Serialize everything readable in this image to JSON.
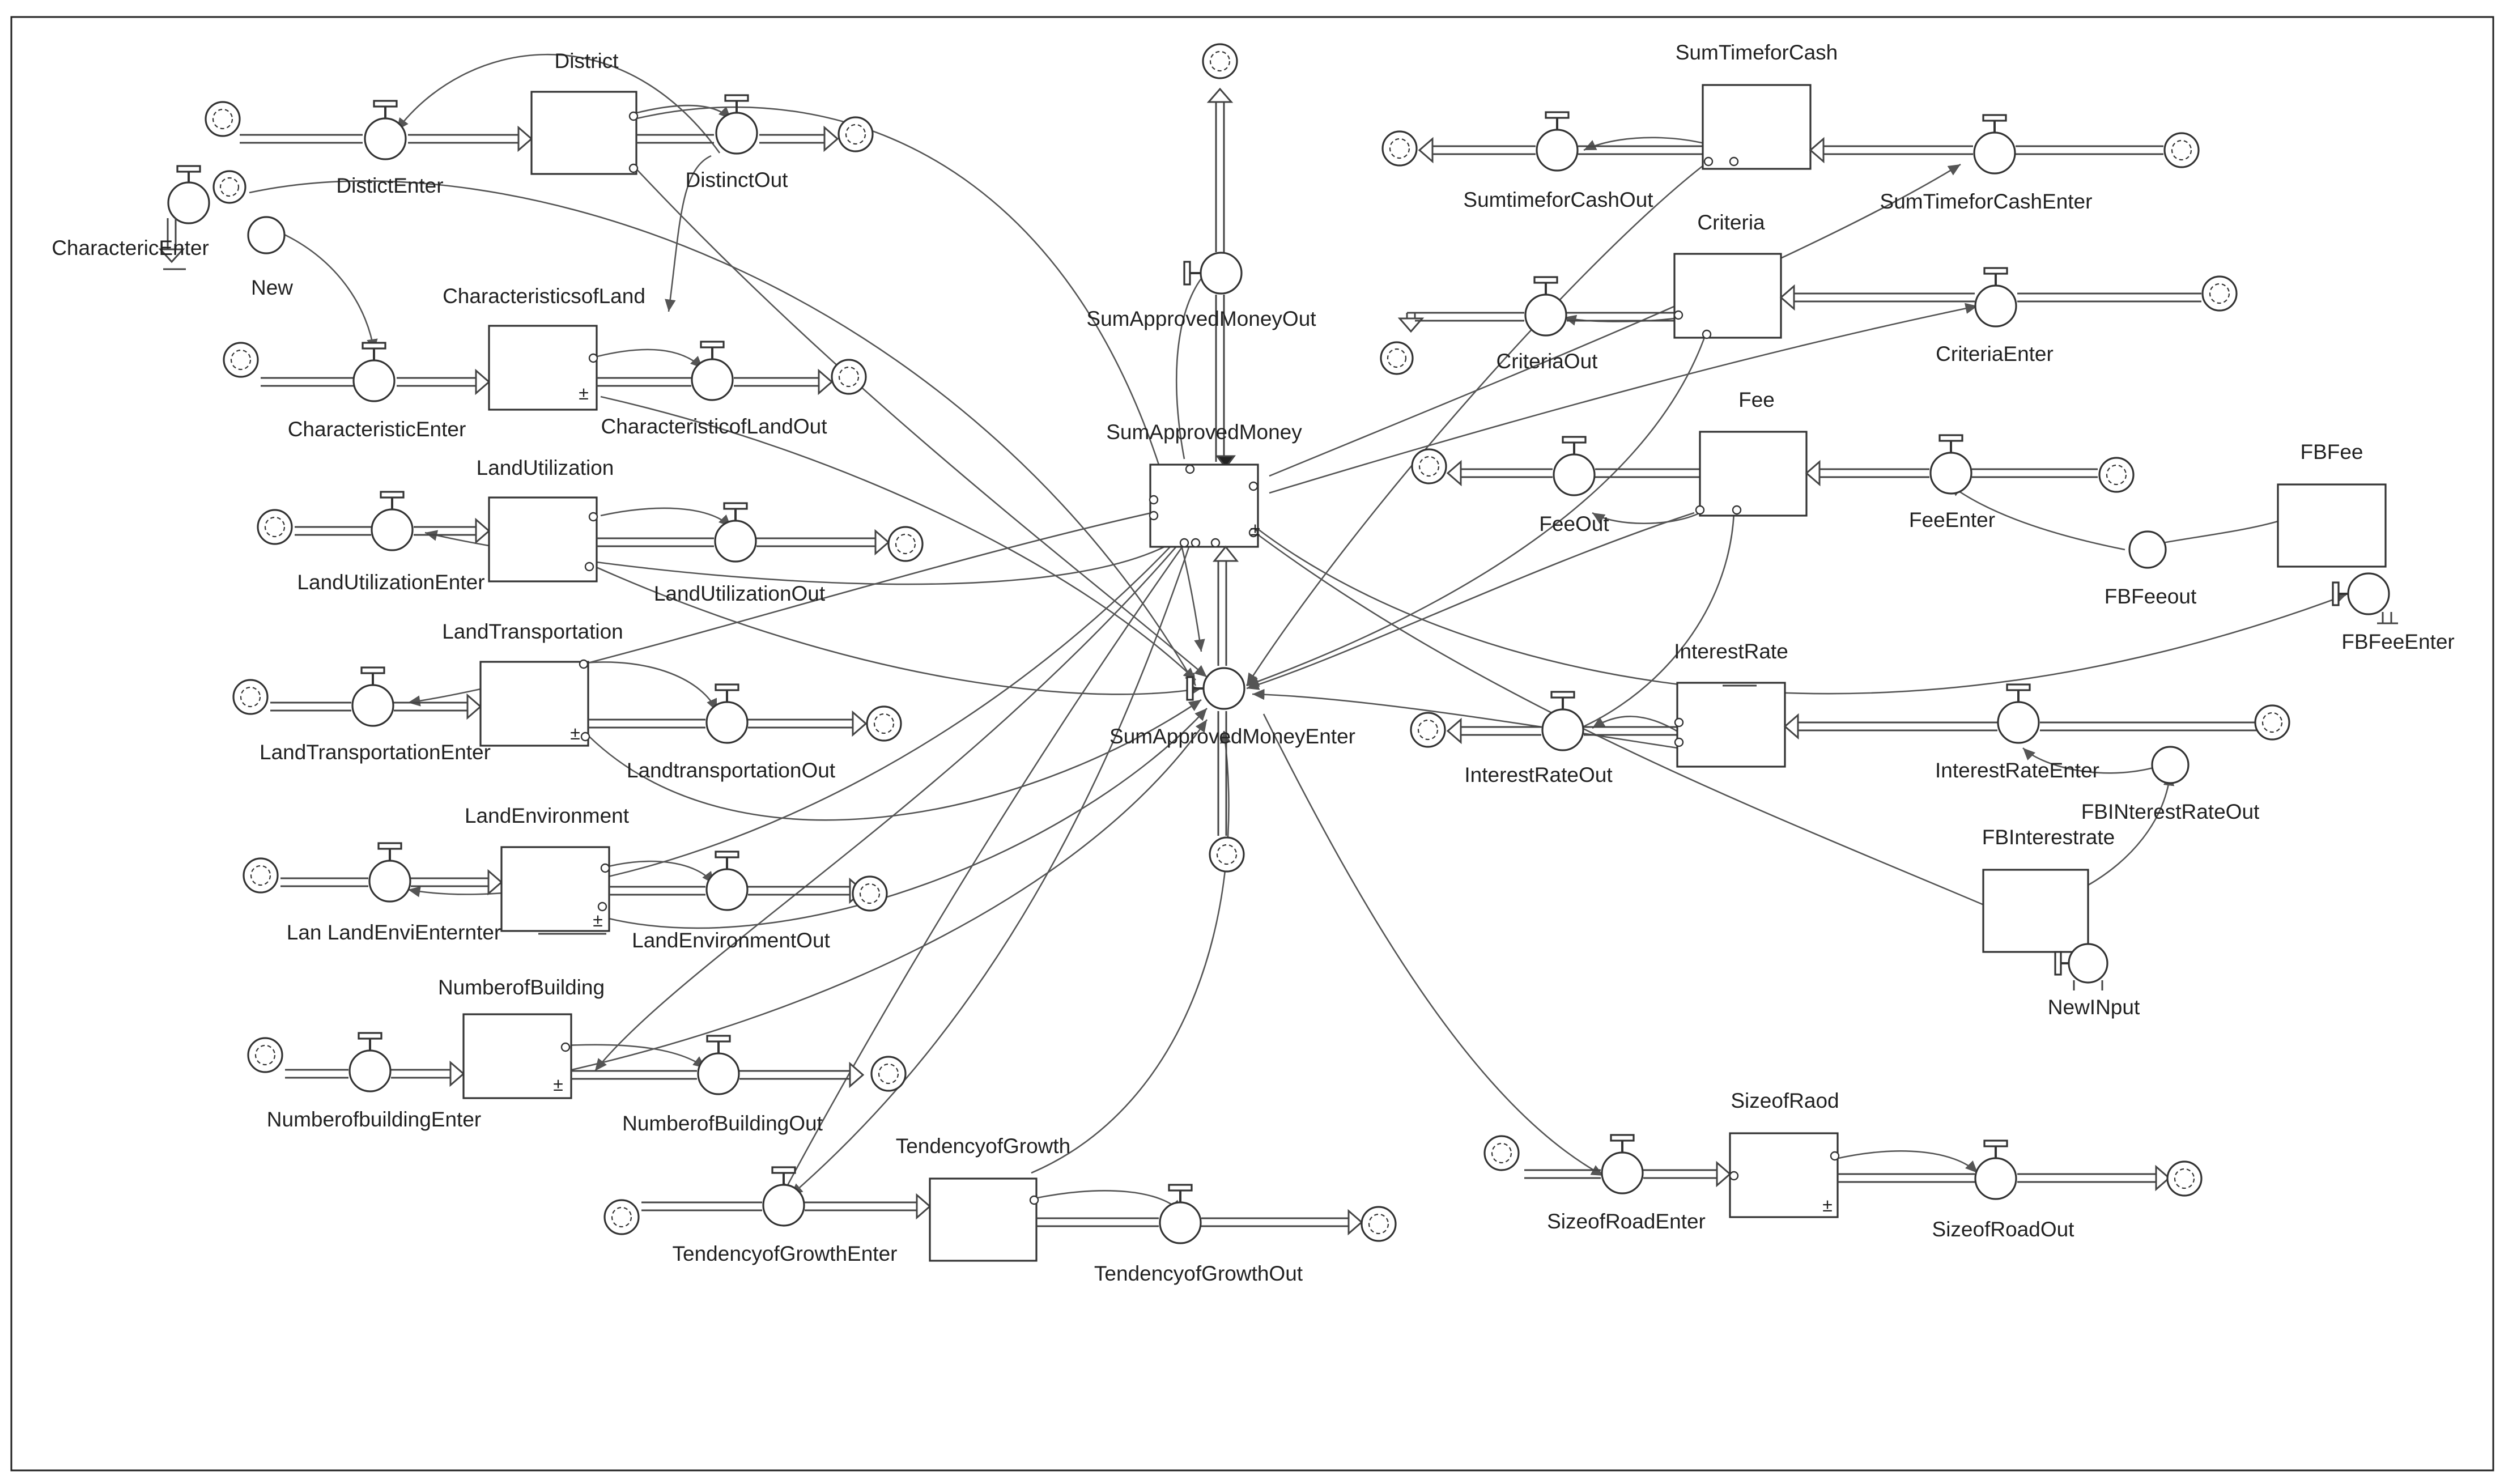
{
  "stocks": {
    "district": "District",
    "characteristics_of_land": "CharacteristicsofLand",
    "land_utilization": "LandUtilization",
    "land_transportation": "LandTransportation",
    "land_environment": "LandEnvironment",
    "number_of_building": "NumberofBuilding",
    "tendency_of_growth": "TendencyofGrowth",
    "sum_approved_money": "SumApprovedMoney",
    "sum_time_for_cash": "SumTimeforCash",
    "criteria": "Criteria",
    "fee": "Fee",
    "fb_fee": "FBFee",
    "interest_rate": "InterestRate",
    "fb_interest_rate": "FBInterestrate",
    "size_of_road": "SizeofRaod"
  },
  "flows": {
    "distinct_enter": "DistictEnter",
    "distinct_out": "DistinctOut",
    "characteric_enter": "CharactericEnter",
    "characteristic_enter": "CharacteristicEnter",
    "characteristic_of_land_out": "CharacteristicofLandOut",
    "land_utilization_enter": "LandUtilizationEnter",
    "land_utilization_out": "LandUtilizationOut",
    "land_transportation_enter": "LandTransportationEnter",
    "landtransportation_out": "LandtransportationOut",
    "land_envi_enternter": "Lan LandEnviEnternter",
    "land_environment_out": "LandEnvironmentOut",
    "numberofbuilding_enter": "NumberofbuildingEnter",
    "numberof_building_out": "NumberofBuildingOut",
    "tendency_of_growth_enter": "TendencyofGrowthEnter",
    "tendency_of_growth_out": "TendencyofGrowthOut",
    "sum_approved_money_out": "SumApprovedMoneyOut",
    "sum_approved_money_enter": "SumApprovedMoneyEnter",
    "sumtime_for_cash_out": "SumtimeforCashOut",
    "sum_time_for_cash_enter": "SumTimeforCashEnter",
    "criteria_out": "CriteriaOut",
    "criteria_enter": "CriteriaEnter",
    "fee_out": "FeeOut",
    "fee_enter": "FeeEnter",
    "fb_fee_enter": "FBFeeEnter",
    "interest_rate_out": "InterestRateOut",
    "interest_rate_enter": "InterestRateEnter",
    "size_of_road_enter": "SizeofRoadEnter",
    "size_of_road_out": "SizeofRoadOut",
    "new_input": "NewINput"
  },
  "auxiliaries": {
    "new": "New",
    "fb_feeout": "FBFeeout",
    "fb_interest_rate_out": "FBINterestRateOut"
  }
}
